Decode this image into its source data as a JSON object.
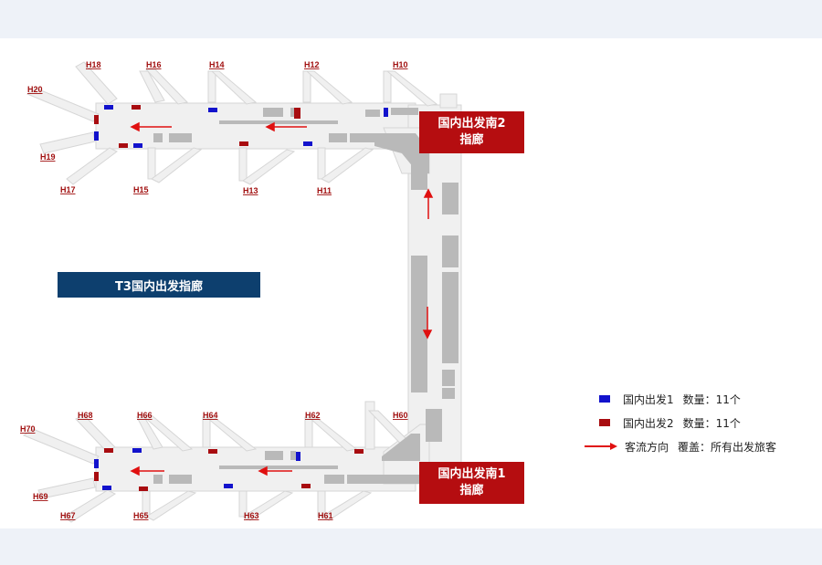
{
  "map": {
    "title": "T3国内出发指廊",
    "pier_south2": {
      "line1": "国内出发南2",
      "line2": "指廊"
    },
    "pier_south1": {
      "line1": "国内出发南1",
      "line2": "指廊"
    },
    "gates_north": [
      "H18",
      "H16",
      "H14",
      "H12",
      "H10",
      "H20",
      "H19",
      "H17",
      "H15",
      "H13",
      "H11"
    ],
    "gates_south": [
      "H68",
      "H66",
      "H64",
      "H62",
      "H60",
      "H70",
      "H69",
      "H67",
      "H65",
      "H63",
      "H61"
    ]
  },
  "legend": {
    "blue_label": "国内出发1",
    "blue_count": "数量：11个",
    "red_label": "国内出发2",
    "red_count": "数量：11个",
    "flow_label": "客流方向",
    "coverage": "覆盖：所有出发旅客"
  },
  "colors": {
    "blue_marker": "#1212cc",
    "red_marker": "#a80c10",
    "flow_arrow": "#e01010",
    "title_bg": "#0d3f6e",
    "pier_bg": "#b50d10"
  }
}
